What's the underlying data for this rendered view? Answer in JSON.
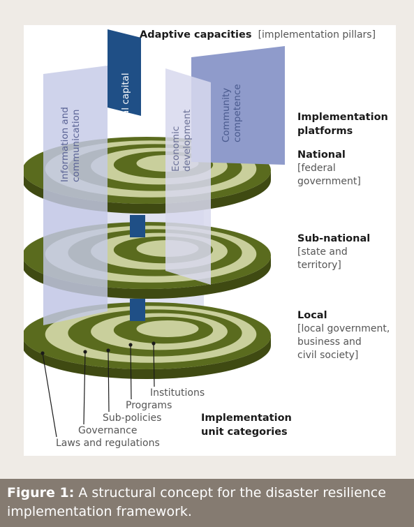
{
  "figure": {
    "title_bold": "Adaptive capacities",
    "title_sub": "[implementation pillars]",
    "pillars": [
      {
        "lines": [
          "Information and",
          "communication"
        ],
        "color": "#c5c9e6"
      },
      {
        "lines": [
          "Social capital"
        ],
        "color": "#1f4f86"
      },
      {
        "lines": [
          "Economic",
          "development"
        ],
        "color": "#d7d9ee"
      },
      {
        "lines": [
          "Community",
          "competence"
        ],
        "color": "#8f9bcb"
      }
    ],
    "platforms_heading": [
      "Implementation",
      "platforms"
    ],
    "levels": [
      {
        "name": "National",
        "desc": [
          "[federal",
          "government]"
        ]
      },
      {
        "name": "Sub-national",
        "desc": [
          "[state and",
          "territory]"
        ]
      },
      {
        "name": "Local",
        "desc": [
          "[local government,",
          "business and",
          "civil society]"
        ]
      }
    ],
    "unit_categories": [
      "Institutions",
      "Programs",
      "Sub-policies",
      "Governance",
      "Laws and regulations"
    ],
    "unit_heading": [
      "Implementation",
      "unit categories"
    ],
    "colors": {
      "disc_dark": "#5a6b1e",
      "disc_light": "#c9cf9c",
      "disc_rim": "#3f4a12",
      "accent_blue": "#1f4f86"
    }
  },
  "caption": {
    "label": "Figure 1:",
    "text": " A structural concept for the disaster resilience implementation framework."
  }
}
